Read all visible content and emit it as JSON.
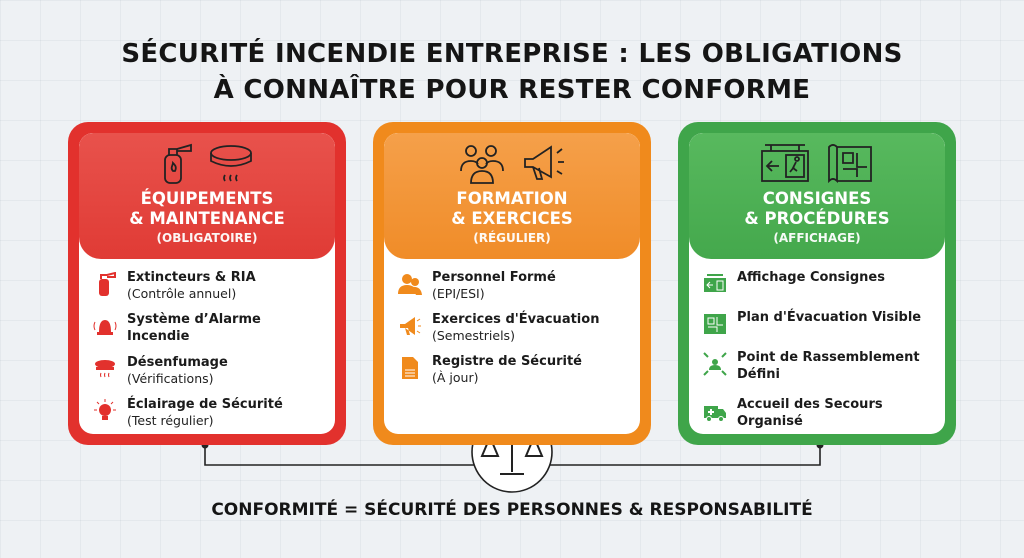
{
  "title": {
    "line1": "SÉCURITÉ INCENDIE ENTREPRISE : LES OBLIGATIONS",
    "line2": "À CONNAÎTRE  POUR RESTER CONFORME"
  },
  "cards": [
    {
      "title1": "ÉQUIPEMENTS",
      "title2": "& MAINTENANCE",
      "subtitle": "(OBLIGATOIRE)",
      "color": "#e2312d",
      "header_icons": [
        "fire-extinguisher-icon",
        "smoke-detector-icon"
      ],
      "items": [
        {
          "icon": "fire-extinguisher-icon",
          "title": "Extincteurs & RIA",
          "detail": "(Contrôle annuel)"
        },
        {
          "icon": "alarm-siren-icon",
          "title": "Système d’Alarme Incendie",
          "detail": ""
        },
        {
          "icon": "smoke-detector-icon",
          "title": "Désenfumage",
          "detail": "(Vérifications)"
        },
        {
          "icon": "light-bulb-icon",
          "title": "Éclairage de Sécurité",
          "detail": "(Test régulier)"
        }
      ]
    },
    {
      "title1": "FORMATION",
      "title2": "& EXERCICES",
      "subtitle": "(RÉGULIER)",
      "color": "#f08a1c",
      "header_icons": [
        "group-icon",
        "megaphone-icon"
      ],
      "items": [
        {
          "icon": "people-icon",
          "title": "Personnel Formé",
          "detail": "(EPI/ESI)"
        },
        {
          "icon": "megaphone-icon",
          "title": "Exercices d'Évacuation",
          "detail": "(Semestriels)"
        },
        {
          "icon": "document-icon",
          "title": "Registre de Sécurité",
          "detail": "(À jour)"
        }
      ]
    },
    {
      "title1": "CONSIGNES",
      "title2": "& PROCÉDURES",
      "subtitle": "(AFFICHAGE)",
      "color": "#3fa54a",
      "header_icons": [
        "exit-sign-icon",
        "floor-plan-icon"
      ],
      "items": [
        {
          "icon": "exit-sign-icon",
          "title": "Affichage Consignes",
          "detail": ""
        },
        {
          "icon": "floor-plan-icon",
          "title": "Plan d'Évacuation Visible",
          "detail": ""
        },
        {
          "icon": "assembly-point-icon",
          "title": "Point de Rassemblement Défini",
          "detail": ""
        },
        {
          "icon": "ambulance-icon",
          "title": "Accueil des Secours Organisé",
          "detail": ""
        }
      ]
    }
  ],
  "footer": "CONFORMITÉ = SÉCURITÉ DES PERSONNES & RESPONSABILITÉ",
  "center_icon": "scales-of-justice-icon"
}
